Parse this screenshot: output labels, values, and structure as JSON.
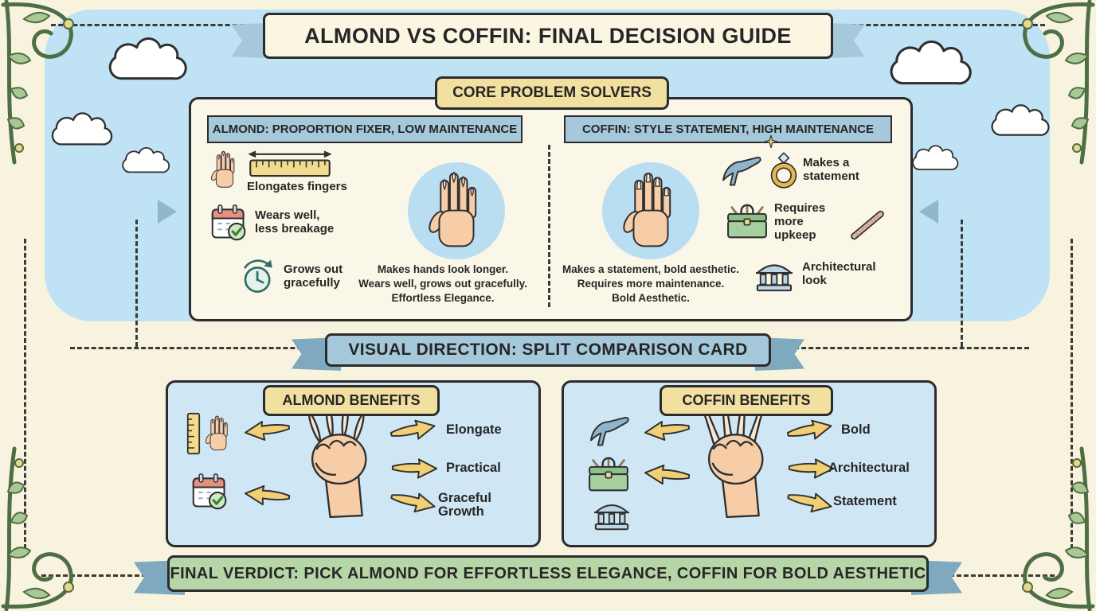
{
  "title_banner": "ALMOND VS COFFIN: FINAL DECISION GUIDE",
  "core": {
    "header": "CORE PROBLEM SOLVERS",
    "almond": {
      "header": "ALMOND: PROPORTION FIXER, LOW MAINTENANCE",
      "points": [
        "Elongates fingers",
        "Wears well, less breakage",
        "Grows out gracefully"
      ],
      "caption": [
        "Makes hands look longer.",
        "Wears well, grows out gracefully.",
        "Effortless Elegance."
      ]
    },
    "coffin": {
      "header": "COFFIN: STYLE STATEMENT, HIGH MAINTENANCE",
      "points": [
        "Makes a statement",
        "Requires more upkeep",
        "Architectural look"
      ],
      "caption": [
        "Makes a statement, bold aesthetic.",
        "Requires more maintenance.",
        "Bold Aesthetic."
      ]
    }
  },
  "visual_banner": "VISUAL DIRECTION: SPLIT COMPARISON CARD",
  "benefits": {
    "almond": {
      "header": "ALMOND BENEFITS",
      "labels": [
        "Elongate",
        "Practical",
        "Graceful Growth"
      ]
    },
    "coffin": {
      "header": "COFFIN BENEFITS",
      "labels": [
        "Bold",
        "Architectural",
        "Statement"
      ]
    }
  },
  "verdict_banner": "FINAL VERDICT: PICK ALMOND FOR EFFORTLESS ELEGANCE, COFFIN FOR BOLD AESTHETIC",
  "icons": [
    "hand-icon",
    "ruler-icon",
    "calendar-check-icon",
    "clock-growth-icon",
    "heel-icon",
    "ring-icon",
    "sparkle-icon",
    "toolbox-icon",
    "nail-file-icon",
    "arch-building-icon",
    "arrow-icon",
    "cloud-icon",
    "vine-flourish-icon",
    "pointer-triangle-icon"
  ],
  "colors": {
    "cream": "#f8f3de",
    "sky": "#bfe2f4",
    "card_cream": "#fbf7e8",
    "ribbon_blue": "#a5c8da",
    "ribbon_blue_dark": "#7fa9bf",
    "pill_yellow": "#f2e0a0",
    "card_blue": "#cfe7f4",
    "banner_green": "#b7d6a8",
    "badge_blue": "#b9ddf1",
    "arrow_yellow": "#f2cf74",
    "leaf_green": "#aac893",
    "skin": "#f6cda6",
    "ink": "#2c2c2c"
  }
}
